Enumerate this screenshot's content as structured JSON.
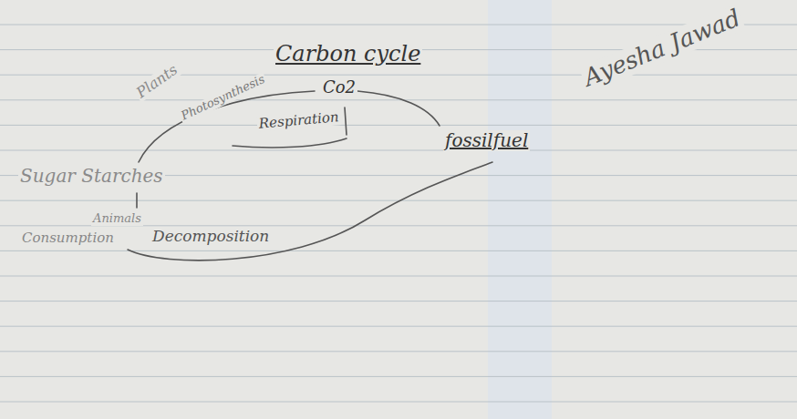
{
  "diagram": {
    "title": "Carbon cycle",
    "labels": [
      "Co2",
      "Plants",
      "Photosynthesis",
      "Respiration",
      "fossilfuel",
      "Sugar Starches",
      "Animals",
      "Consumption",
      "Decomposition",
      "Ayesha Jawad"
    ]
  }
}
